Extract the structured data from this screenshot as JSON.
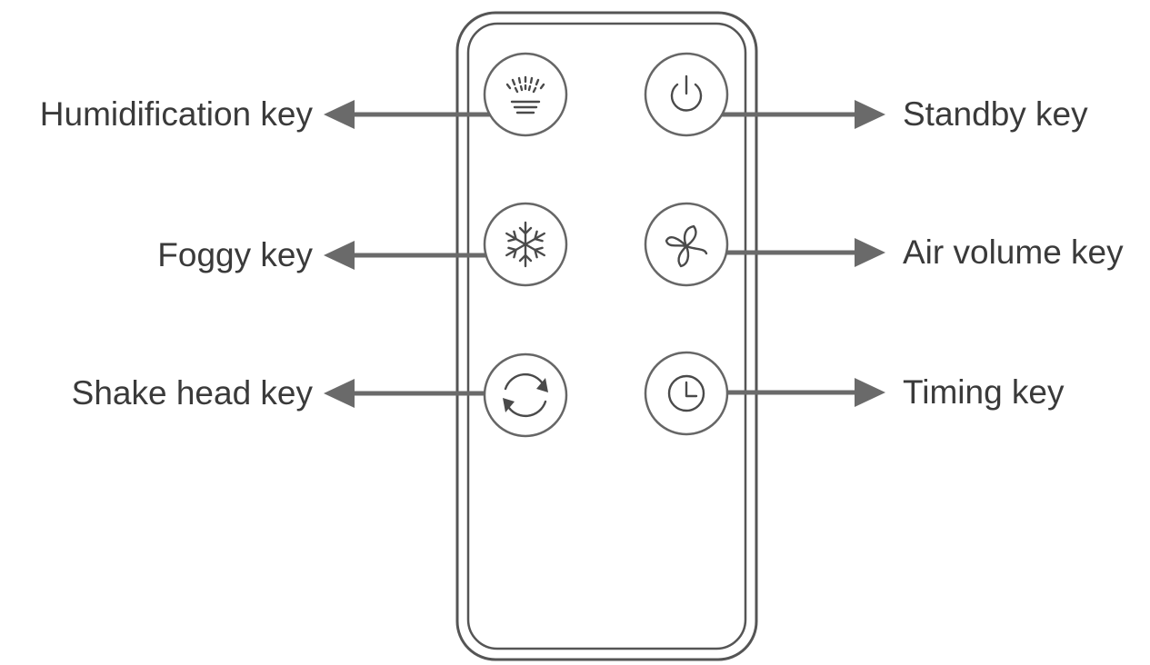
{
  "keys": {
    "humidification": {
      "label": "Humidification key",
      "icon": "humidification-icon"
    },
    "standby": {
      "label": "Standby key",
      "icon": "power-icon"
    },
    "foggy": {
      "label": "Foggy key",
      "icon": "snowflake-icon"
    },
    "air_volume": {
      "label": "Air volume key",
      "icon": "fan-icon"
    },
    "shake_head": {
      "label": "Shake head key",
      "icon": "rotate-icon"
    },
    "timing": {
      "label": "Timing key",
      "icon": "clock-icon"
    }
  },
  "colors": {
    "line": "#555555",
    "arrow": "#6a6a6a",
    "text": "#3a3a3a",
    "background": "#ffffff"
  }
}
